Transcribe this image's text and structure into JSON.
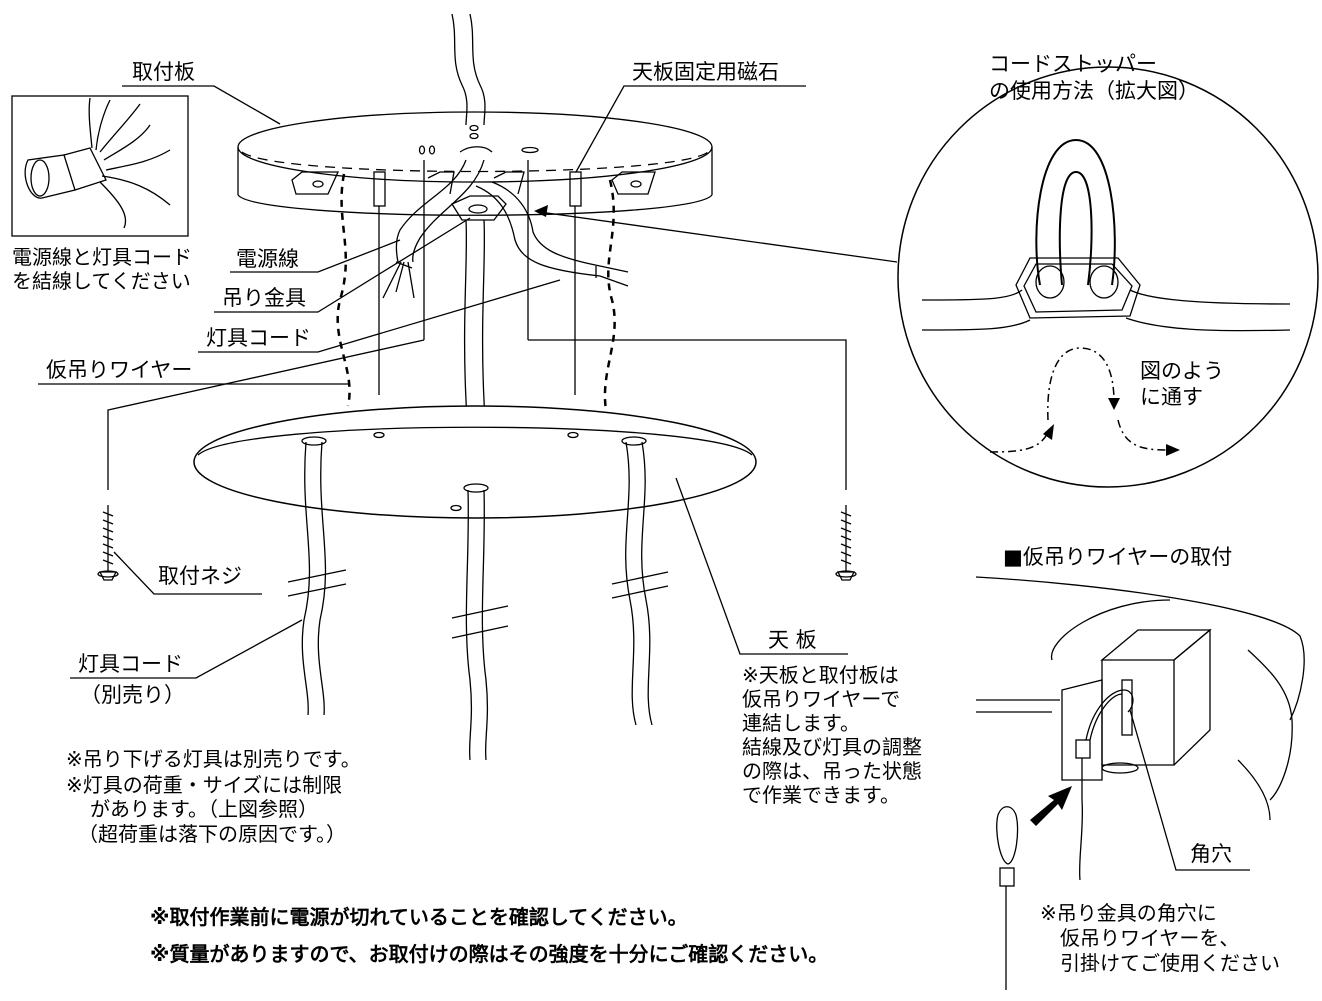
{
  "labels": {
    "mounting_plate": "取付板",
    "magnet": "天板固定用磁石",
    "cord_stopper_1": "コードストッパー",
    "cord_stopper_2": "の使用方法（拡大図）",
    "wire_note_1": "電源線と灯具コード",
    "wire_note_2": "を結線してください",
    "power_line": "電源線",
    "hanger": "吊り金具",
    "fixture_cord": "灯具コード",
    "temp_wire": "仮吊りワイヤー",
    "screw": "取付ネジ",
    "fixture_cord_sold": "灯具コード",
    "sold_separately": "（別売り）",
    "pass_1": "図のよう",
    "pass_2": "に通す",
    "temp_wire_install": "■仮吊りワイヤーの取付",
    "top_plate": "天 板",
    "top_note": [
      "※天板と取付板は",
      "仮吊りワイヤーで",
      "連結します。",
      "結線及び灯具の調整",
      "の際は、吊った状態",
      "で作業できます。"
    ],
    "square_hole": "角穴",
    "hook_note": [
      "※吊り金具の角穴に",
      "仮吊りワイヤーを、",
      "引掛けてご使用ください"
    ],
    "fixture_note": [
      "※吊り下げる灯具は別売りです。",
      "※灯具の荷重・サイズには制限",
      "があります。（上図参照）",
      "（超荷重は落下の原因です。）"
    ],
    "warning_1": "※取付作業前に電源が切れていることを確認してください。",
    "warning_2": "※質量がありますので、お取付けの際はその強度を十分にご確認ください。"
  }
}
